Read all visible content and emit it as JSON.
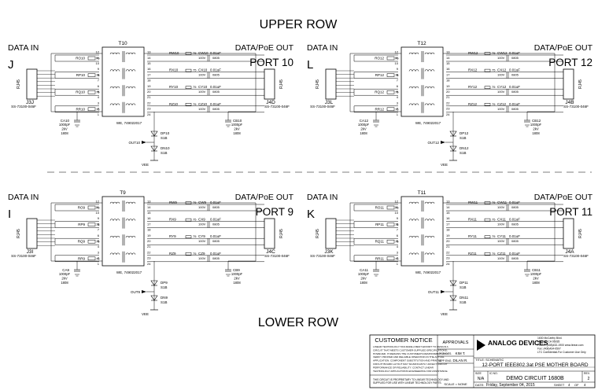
{
  "row_titles": {
    "upper": "UPPER ROW",
    "lower": "LOWER ROW"
  },
  "quadrants": [
    {
      "id": "tl",
      "data_in": "DATA IN",
      "data_out": "DATA/PoE OUT",
      "jack_letter": "J",
      "port": "PORT 10",
      "transformer": "T10",
      "in_connector": "J3J",
      "in_part": "SS-73100-046F",
      "out_connector": "J4D",
      "out_part": "SS-73100-046F",
      "ca_ref": "CA10",
      "ca_val": [
        "1000pF",
        "2kV",
        "1808"
      ],
      "cb_ref": "CB10",
      "cb_val": [
        "1000pF",
        "2kV",
        "1808"
      ],
      "resistors_in": [
        "RO10",
        "RP10",
        "RQ10",
        "RR10"
      ],
      "resistors_out": [
        "RW10",
        "RX10",
        "RY10",
        "RZ10"
      ],
      "caps": [
        "CW10",
        "CX10",
        "CY10",
        "CZ10"
      ],
      "res_val": "75",
      "cap_val": "0.01uF",
      "cap_rating": "100V",
      "cap_pkg": "0805",
      "magnetics": "WE, 749022017",
      "diode_p": "DP10",
      "diode_n": "DN10",
      "diode_type": "S1B",
      "out_net": "OUT10",
      "vee": "VEE",
      "pins_left": [
        "12",
        "11",
        "10",
        "9",
        "8",
        "7",
        "6",
        "5",
        "4",
        "3",
        "2",
        "1"
      ],
      "pins_right": [
        "13",
        "14",
        "15",
        "16",
        "17",
        "18",
        "19",
        "20",
        "21",
        "22",
        "23",
        "24"
      ],
      "rj45": "RJ45"
    },
    {
      "id": "tr",
      "data_in": "DATA IN",
      "data_out": "DATA/PoE OUT",
      "jack_letter": "L",
      "port": "PORT 12",
      "transformer": "T12",
      "in_connector": "J3L",
      "in_part": "SS-73100-046F",
      "out_connector": "J4B",
      "out_part": "SS-73100-046F",
      "ca_ref": "CA12",
      "ca_val": [
        "1000pF",
        "2kV",
        "1808"
      ],
      "cb_ref": "CB12",
      "cb_val": [
        "1000pF",
        "2kV",
        "1808"
      ],
      "resistors_in": [
        "RO12",
        "RP12",
        "RQ12",
        "RR12"
      ],
      "resistors_out": [
        "RW12",
        "RX12",
        "RY12",
        "RZ12"
      ],
      "caps": [
        "CW12",
        "CX12",
        "CY12",
        "CZ12"
      ],
      "res_val": "75",
      "cap_val": "0.01uF",
      "cap_rating": "100V",
      "cap_pkg": "0805",
      "magnetics": "WE, 749022017",
      "diode_p": "DP12",
      "diode_n": "DN12",
      "diode_type": "S1B",
      "out_net": "OUT12",
      "vee": "VEE",
      "pins_left": [
        "12",
        "11",
        "10",
        "9",
        "8",
        "7",
        "6",
        "5",
        "4",
        "3",
        "2",
        "1"
      ],
      "pins_right": [
        "13",
        "14",
        "15",
        "16",
        "17",
        "18",
        "19",
        "20",
        "21",
        "22",
        "23",
        "24"
      ],
      "rj45": "RJ45"
    },
    {
      "id": "bl",
      "data_in": "DATA IN",
      "data_out": "DATA/PoE OUT",
      "jack_letter": "I",
      "port": "PORT 9",
      "transformer": "T9",
      "in_connector": "J3I",
      "in_part": "SS-73100-046F",
      "out_connector": "J4C",
      "out_part": "SS-73100-046F",
      "ca_ref": "CA9",
      "ca_val": [
        "1000pF",
        "2kV",
        "1808"
      ],
      "cb_ref": "CB9",
      "cb_val": [
        "1000pF",
        "2kV",
        "1808"
      ],
      "resistors_in": [
        "RO9",
        "RP9",
        "RQ9",
        "RR9"
      ],
      "resistors_out": [
        "RW9",
        "RX9",
        "RY9",
        "RZ9"
      ],
      "caps": [
        "CW9",
        "CX9",
        "CY9",
        "CZ9"
      ],
      "res_val": "75",
      "cap_val": "0.01uF",
      "cap_rating": "100V",
      "cap_pkg": "0805",
      "magnetics": "WE, 749022017",
      "diode_p": "DP9",
      "diode_n": "DN9",
      "diode_type": "S1B",
      "out_net": "OUT9",
      "vee": "VEE",
      "pins_left": [
        "12",
        "11",
        "10",
        "9",
        "8",
        "7",
        "6",
        "5",
        "4",
        "3",
        "2",
        "1"
      ],
      "pins_right": [
        "13",
        "14",
        "15",
        "16",
        "17",
        "18",
        "19",
        "20",
        "21",
        "22",
        "23",
        "24"
      ],
      "rj45": "RJ45"
    },
    {
      "id": "br",
      "data_in": "DATA IN",
      "data_out": "DATA/PoE OUT",
      "jack_letter": "K",
      "port": "PORT 11",
      "transformer": "T11",
      "in_connector": "J3K",
      "in_part": "SS-73100-046F",
      "out_connector": "J4A",
      "out_part": "SS-73100-046F",
      "ca_ref": "CA11",
      "ca_val": [
        "1000pF",
        "2kV",
        "1808"
      ],
      "cb_ref": "CB11",
      "cb_val": [
        "1000pF",
        "2kV",
        "1808"
      ],
      "resistors_in": [
        "RO11",
        "RP11",
        "RQ11",
        "RR11"
      ],
      "resistors_out": [
        "RW11",
        "RX11",
        "RY11",
        "RZ11"
      ],
      "caps": [
        "CW11",
        "CX11",
        "CY11",
        "CZ11"
      ],
      "res_val": "75",
      "cap_val": "0.01uF",
      "cap_rating": "100V",
      "cap_pkg": "0805",
      "magnetics": "WE, 749022017",
      "diode_p": "DP11",
      "diode_n": "DN11",
      "diode_type": "S1B",
      "out_net": "OUT11",
      "vee": "VEE",
      "pins_left": [
        "12",
        "11",
        "10",
        "9",
        "8",
        "7",
        "6",
        "5",
        "4",
        "3",
        "2",
        "1"
      ],
      "pins_right": [
        "13",
        "14",
        "15",
        "16",
        "17",
        "18",
        "19",
        "20",
        "21",
        "22",
        "23",
        "24"
      ],
      "rj45": "RJ45"
    }
  ],
  "title_block": {
    "notice_title": "CUSTOMER NOTICE",
    "notice_text": [
      "LINEAR TECHNOLOGY HAS MADE A BEST EFFORT TO DESIGN A",
      "CIRCUIT THAT MEETS CUSTOMER-SUPPLIED SPECIFICATIONS;",
      "HOWEVER, IT REMAINS THE CUSTOMER'S RESPONSIBILITY TO",
      "VERIFY PROPER AND RELIABLE OPERATION IN THE ACTUAL",
      "APPLICATION. COMPONENT SUBSTITUTION AND PRINTED",
      "CIRCUIT BOARD LAYOUT MAY SIGNIFICANTLY AFFECT CIRCUIT",
      "PERFORMANCE OR RELIABILITY. CONTACT LINEAR",
      "TECHNOLOGY APPLICATIONS ENGINEERING FOR ASSISTANCE."
    ],
    "proprietary": [
      "THIS CIRCUIT IS PROPRIETARY TO LINEAR TECHNOLOGY AND",
      "SUPPLIED FOR USE WITH LINEAR TECHNOLOGY PARTS."
    ],
    "approvals": "APPROVALS",
    "pcb_des_label": "PCB DES.",
    "pcb_des": "KIM T.",
    "app_eng_label": "APP ENG.",
    "app_eng": "DILAN R.",
    "scale": "SCALE = NONE",
    "logo": "ANALOG DEVICES",
    "address": [
      "1630 McCarthy Blvd.",
      "Milpitas, CA 95035",
      "Phone: (408)432-1900  www.linear.com",
      "Fax: (408)434-0507",
      "LTC Confidential-For Customer Use Only"
    ],
    "title_label": "TITLE: SCHEMATIC",
    "title": "12-PORT IEEE802.3at PSE MOTHER BOARD",
    "size_label": "SIZE",
    "size": "N/A",
    "ic_label": "IC NO.",
    "ic_no": "DEMO CIRCUIT 1680B",
    "rev_label": "REV.",
    "rev": "2",
    "date_label": "DATE:",
    "date": "Friday, September 04, 2015",
    "sheet_label": "SHEET",
    "sheet": "4",
    "of_label": "OF",
    "of": "4"
  }
}
